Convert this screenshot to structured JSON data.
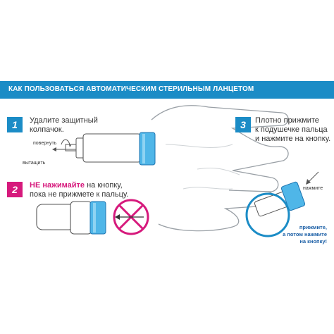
{
  "header": {
    "title": "КАК ПОЛЬЗОВАТЬСЯ АВТОМАТИЧЕСКИМ СТЕРИЛЬНЫМ ЛАНЦЕТОМ"
  },
  "steps": [
    {
      "number": "1",
      "line1": "Удалите защитный",
      "line2": "колпачок."
    },
    {
      "number": "2",
      "warn": "НЕ нажимайте",
      "line1_rest": " на кнопку,",
      "line2": "пока не прижмете к пальцу."
    },
    {
      "number": "3",
      "line1": "Плотно прижмите",
      "line2": "к подушечке пальца",
      "line3": "и нажмите на кнопку."
    }
  ],
  "labels": {
    "twist": "повернуть",
    "pull": "вытащить",
    "press": "нажмите",
    "note_line1": "прижмите,",
    "note_line2": "а потом нажмите",
    "note_line3": "на кнопку!"
  },
  "colors": {
    "accent_blue": "#1b8cc6",
    "warning_pink": "#d6197c"
  }
}
